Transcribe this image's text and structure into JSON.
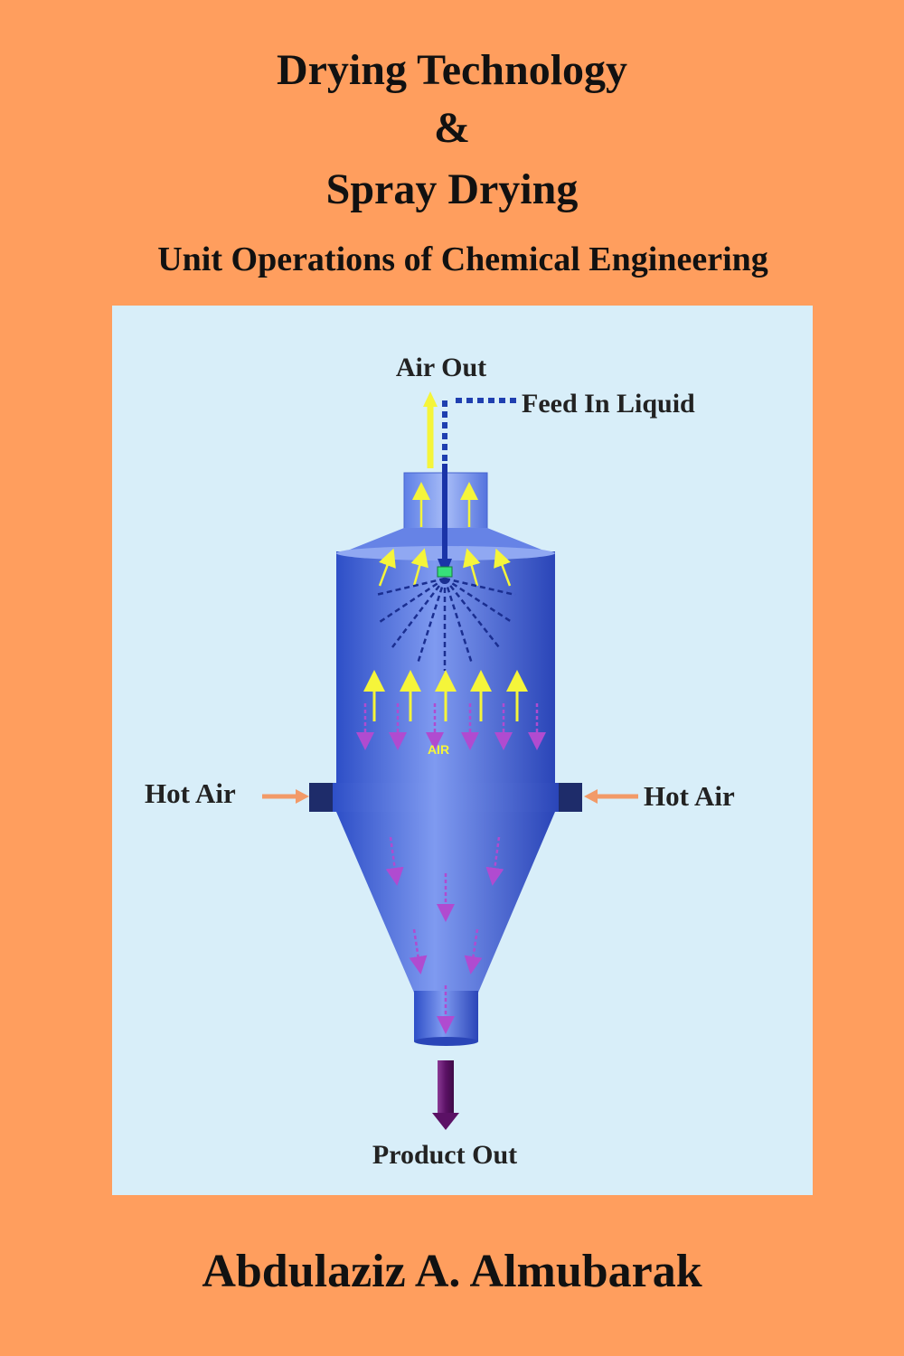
{
  "cover": {
    "title_line1": "Drying Technology",
    "title_ampersand": "&",
    "title_line2": "Spray Drying",
    "subtitle": "Unit Operations of Chemical Engineering",
    "author": "Abdulaziz A. Almubarak"
  },
  "diagram": {
    "labels": {
      "air_out": "Air Out",
      "feed_in": "Feed In Liquid",
      "hot_air_left": "Hot Air",
      "hot_air_right": "Hot Air",
      "air_inner": "AIR",
      "product_out": "Product Out"
    },
    "colors": {
      "background": "#D8EEF9",
      "vessel": "#3F63D8",
      "air_arrow": "#F5F53A",
      "hot_air_arrow": "#F29A68",
      "product_arrow": "#6E1D78",
      "feed_line": "#1F3FB0"
    }
  }
}
